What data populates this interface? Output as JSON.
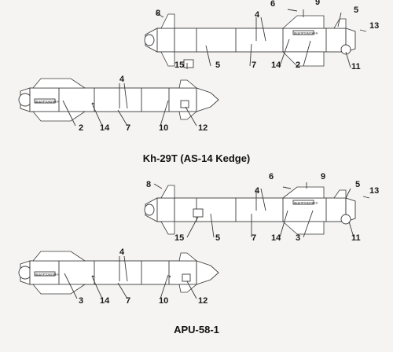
{
  "captions": {
    "top": "Kh-29T (AS-14 Kedge)",
    "bottom": "APU-58-1"
  },
  "stencil_text": "ВЕБПРТОМУЖЕН",
  "labels": {
    "m1": [
      "8",
      "4",
      "6",
      "9",
      "5",
      "13",
      "15",
      "5",
      "7",
      "14",
      "2",
      "11"
    ],
    "m2": [
      "4",
      "2",
      "14",
      "7",
      "10",
      "12"
    ],
    "m3": [
      "8",
      "6",
      "4",
      "9",
      "5",
      "13",
      "15",
      "5",
      "7",
      "14",
      "3",
      "11"
    ],
    "m4": [
      "4",
      "3",
      "14",
      "7",
      "10",
      "12"
    ]
  }
}
